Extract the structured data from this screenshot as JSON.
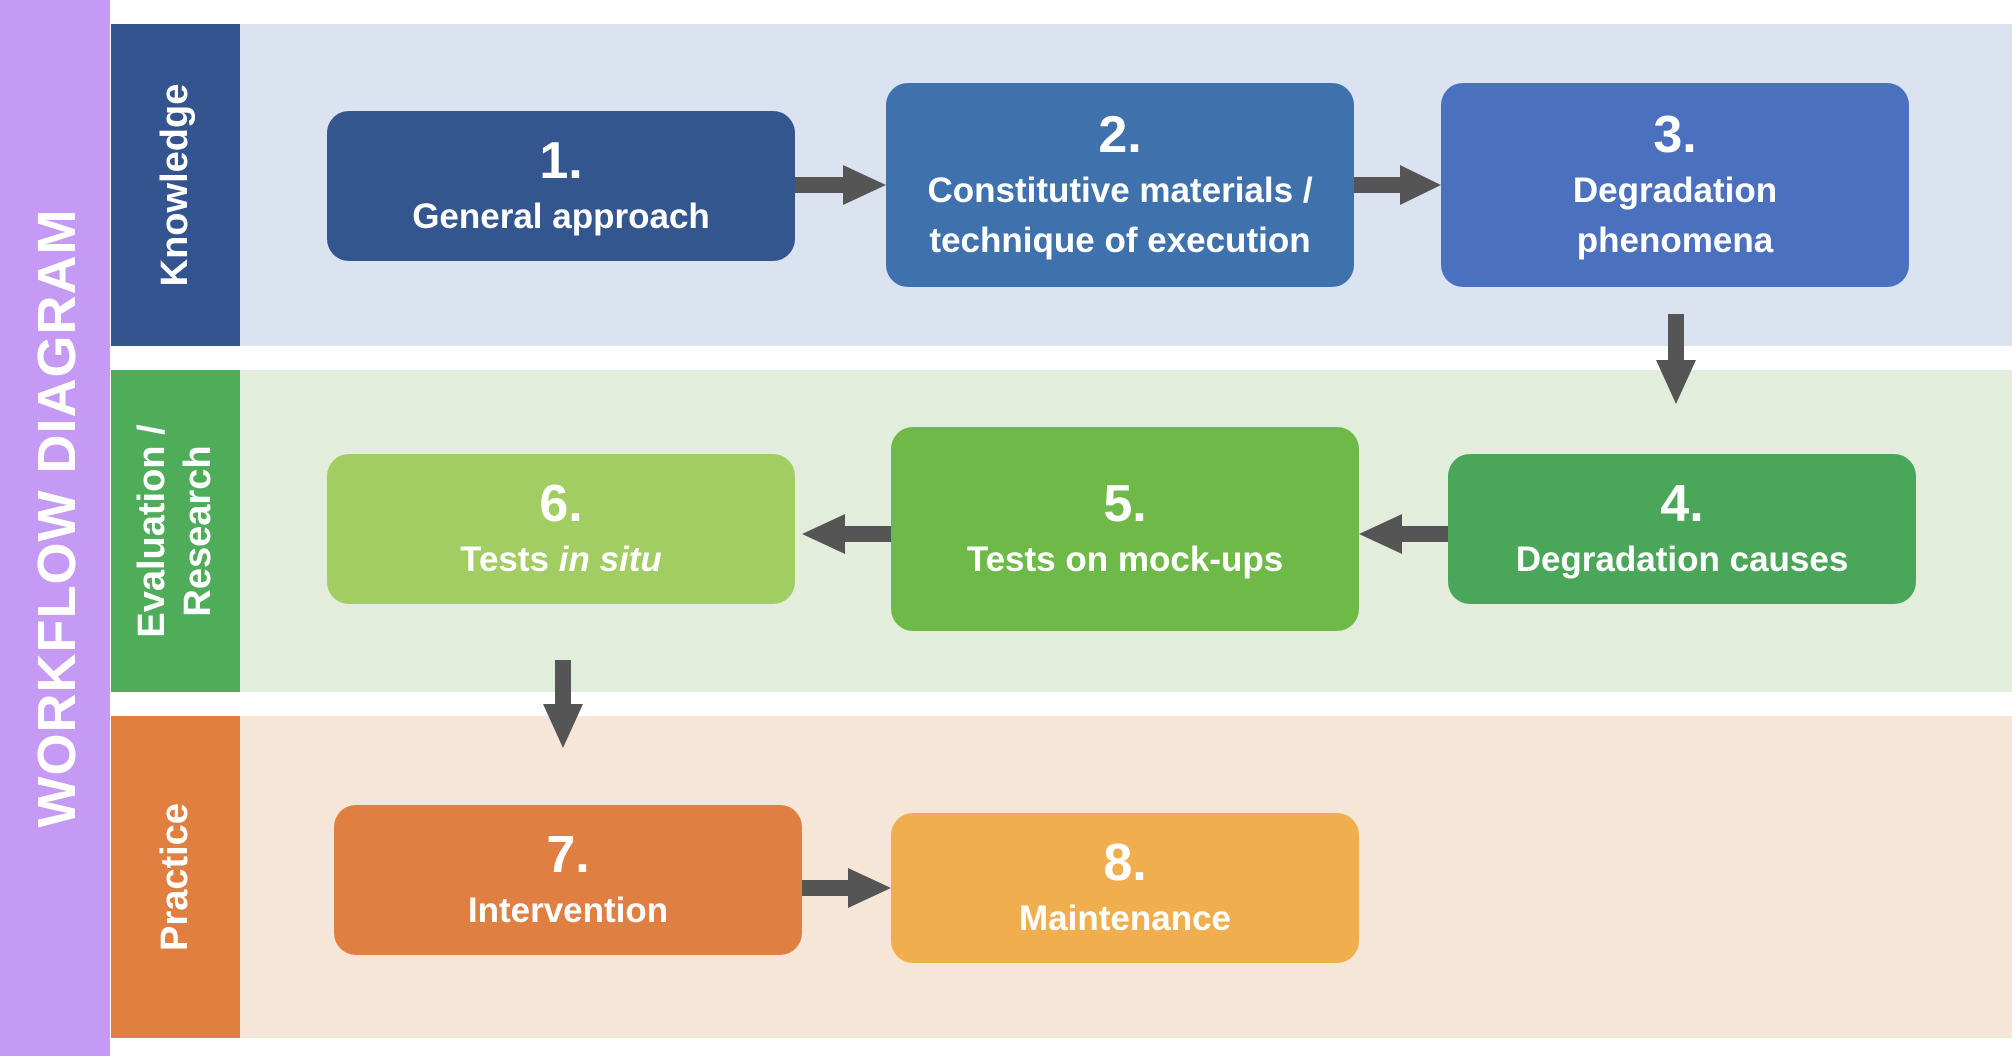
{
  "title": "WORKFLOW DIAGRAM",
  "lanes": [
    {
      "label": "Knowledge",
      "color": "#34548f",
      "bg": "#dbe3f1"
    },
    {
      "label": "Evaluation / Research",
      "color": "#4fad5a",
      "bg": "#e3eddb"
    },
    {
      "label": "Practice",
      "color": "#e07f40",
      "bg": "#f6e6d8"
    }
  ],
  "steps": [
    {
      "num": "1.",
      "label": "General approach",
      "color": "#34568f"
    },
    {
      "num": "2.",
      "label": "Constitutive materials / technique of execution",
      "color": "#3f72ad"
    },
    {
      "num": "3.",
      "label": "Degradation phenomena",
      "color": "#4b71be"
    },
    {
      "num": "4.",
      "label": "Degradation causes",
      "color": "#4aa75a"
    },
    {
      "num": "5.",
      "label": "Tests on mock-ups",
      "color": "#6eb948"
    },
    {
      "num": "6.",
      "label_prefix": "Tests",
      "label_italic": "in situ",
      "color": "#a2cd62"
    },
    {
      "num": "7.",
      "label": "Intervention",
      "color": "#e07f42"
    },
    {
      "num": "8.",
      "label": "Maintenance",
      "color": "#f0ae4e"
    }
  ],
  "flow": [
    {
      "from": "1.",
      "to": "2."
    },
    {
      "from": "2.",
      "to": "3."
    },
    {
      "from": "3.",
      "to": "4."
    },
    {
      "from": "4.",
      "to": "5."
    },
    {
      "from": "5.",
      "to": "6."
    },
    {
      "from": "6.",
      "to": "7."
    },
    {
      "from": "7.",
      "to": "8."
    }
  ],
  "arrow_color": "#555555",
  "title_color": "#c49af5"
}
